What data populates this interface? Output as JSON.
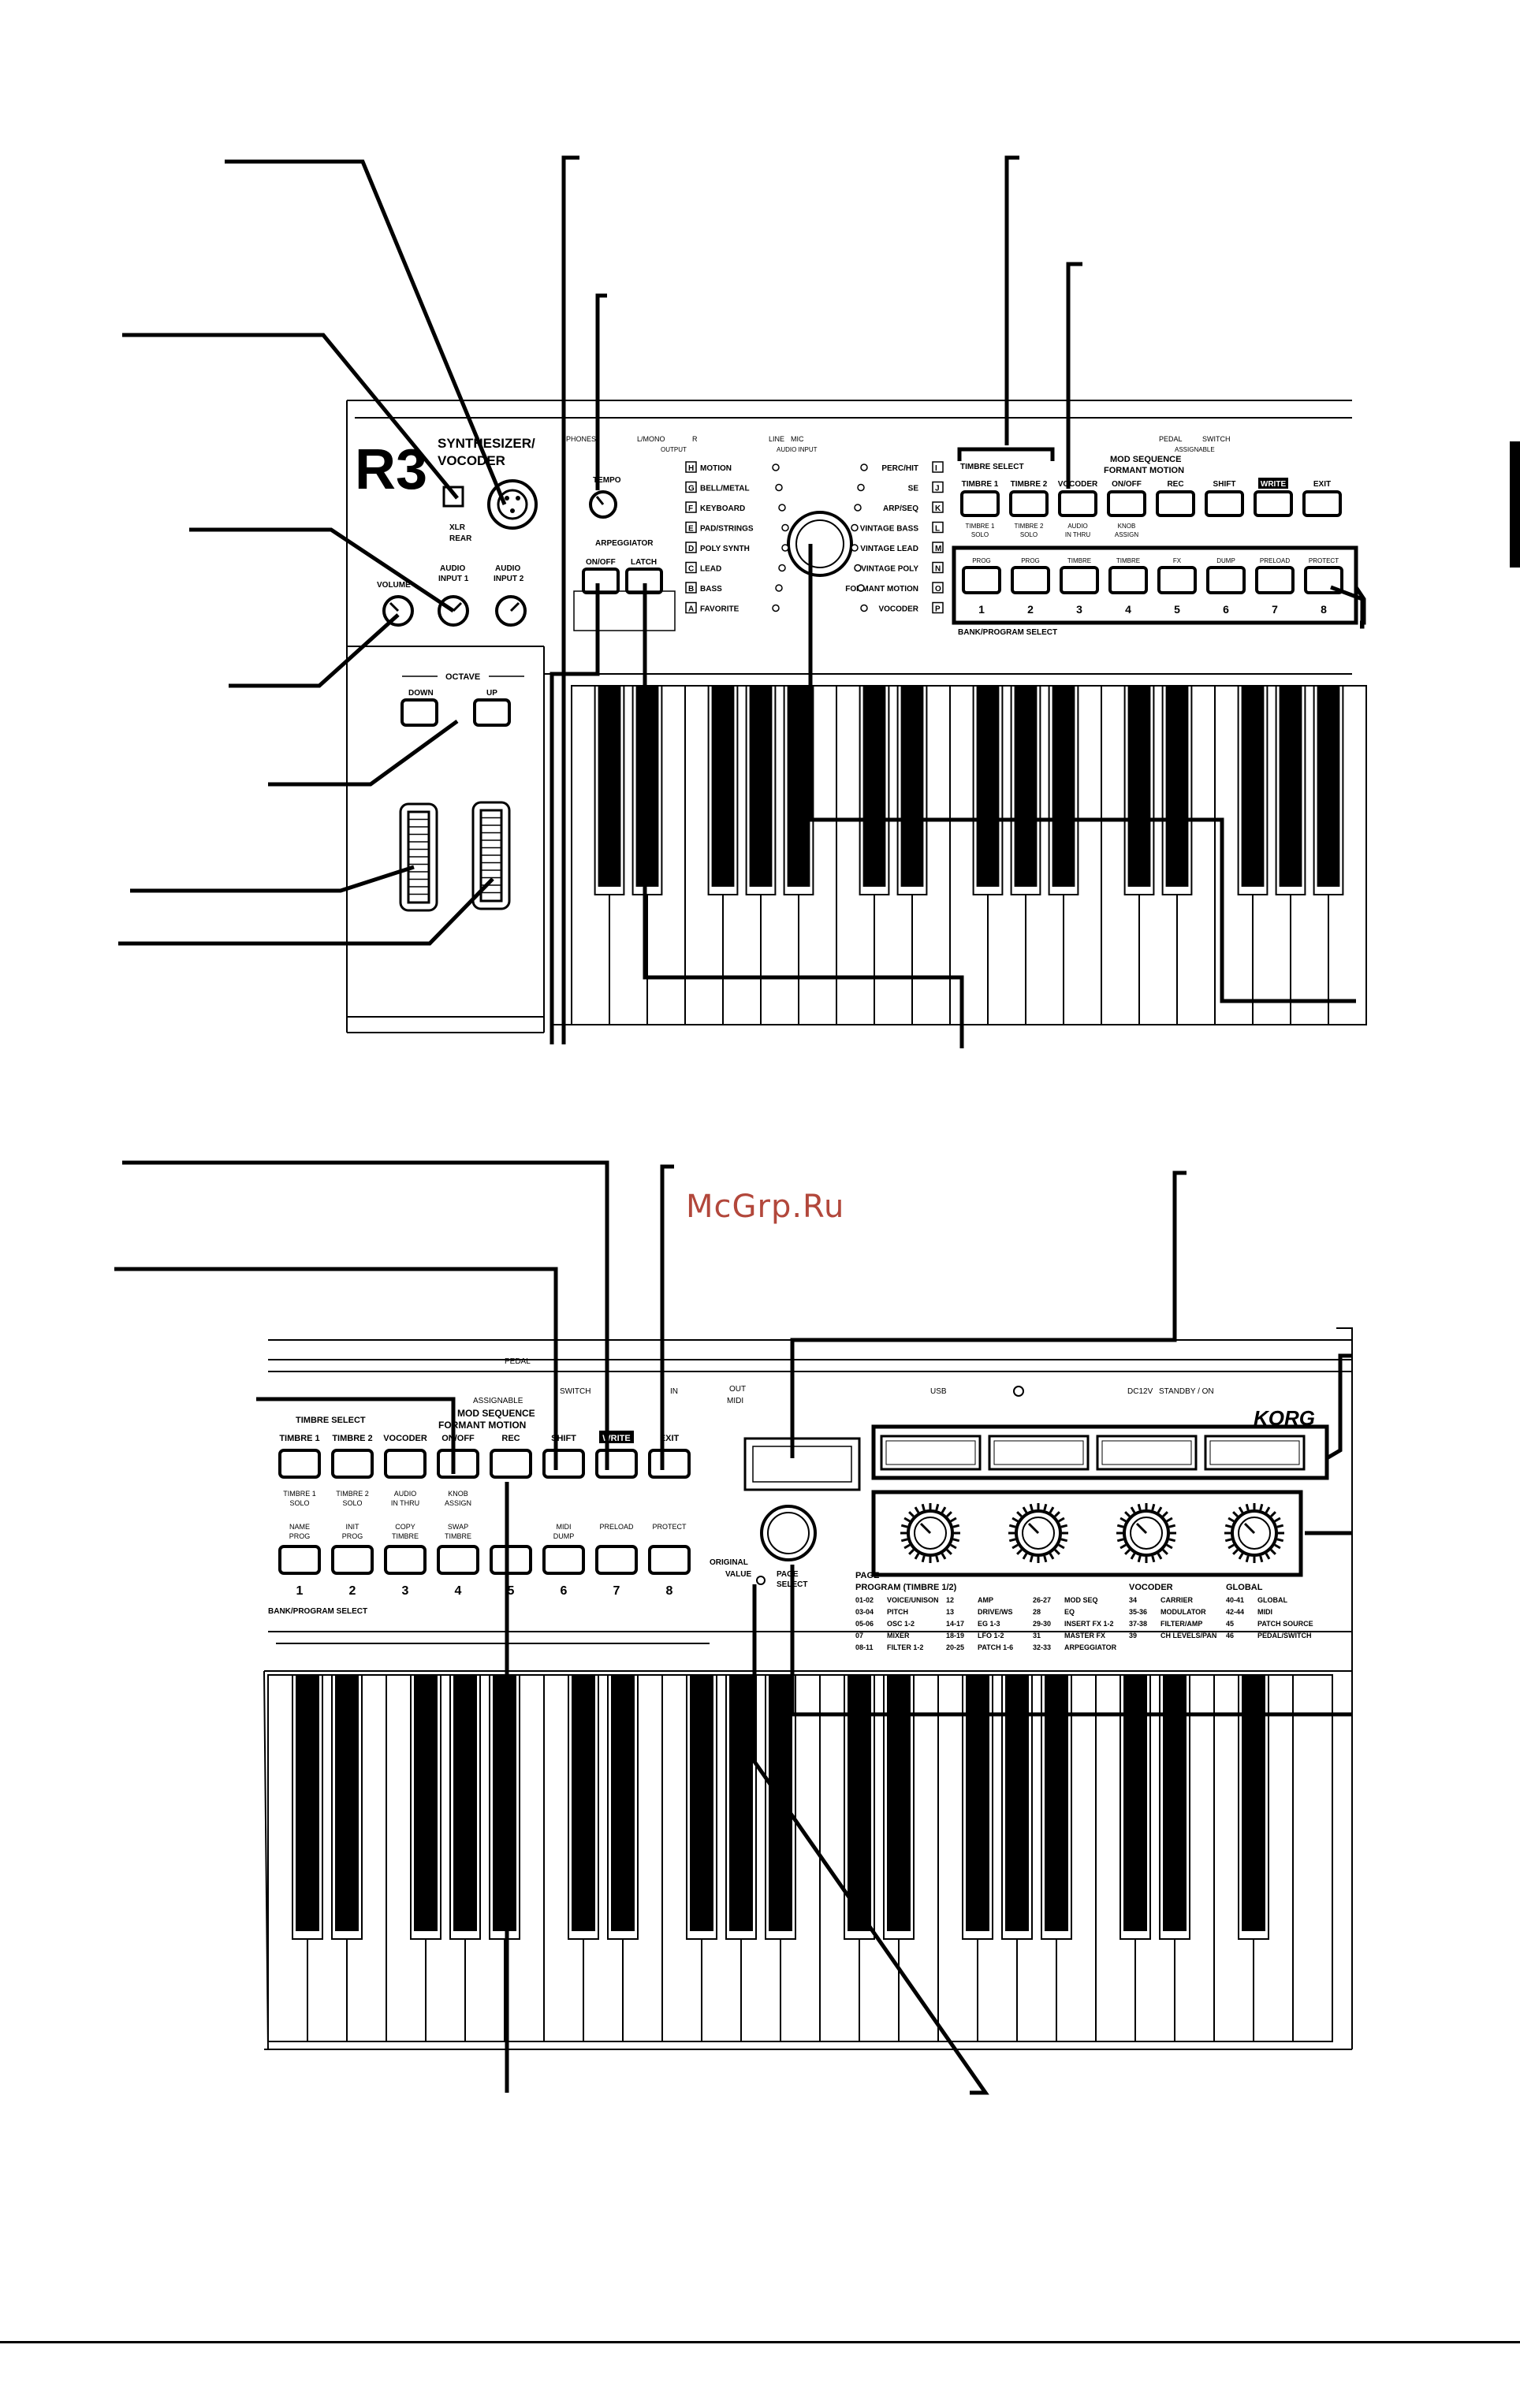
{
  "watermark": "McGrp.Ru",
  "top_panel": {
    "logo": "R3",
    "model": [
      "SYNTHESIZER/",
      "VOCODER"
    ],
    "labels": {
      "xlr": "XLR",
      "rear": "REAR",
      "audio_input_1": [
        "AUDIO",
        "INPUT 1"
      ],
      "audio_input_2": [
        "AUDIO",
        "INPUT 2"
      ],
      "volume": "VOLUME",
      "octave": "OCTAVE",
      "down": "DOWN",
      "up": "UP",
      "arpeggiator": "ARPEGGIATOR",
      "on_off": "ON/OFF",
      "latch": "LATCH",
      "tempo": "TEMPO",
      "phones": "PHONES",
      "l_mono": "L/MONO",
      "r": "R",
      "output": "OUTPUT",
      "line": "LINE",
      "mic": "MIC",
      "audio_input": "AUDIO INPUT",
      "timbre_select": "TIMBRE SELECT",
      "mod_sequence": "MOD SEQUENCE",
      "formant_motion": "FORMANT MOTION",
      "pedal": "PEDAL",
      "switch": "SWITCH",
      "assignable": "ASSIGNABLE",
      "bank_program_select": "BANK/PROGRAM SELECT"
    },
    "categories_left": [
      {
        "key": "H",
        "name": "MOTION"
      },
      {
        "key": "G",
        "name": "BELL/METAL"
      },
      {
        "key": "F",
        "name": "KEYBOARD"
      },
      {
        "key": "E",
        "name": "PAD/STRINGS"
      },
      {
        "key": "D",
        "name": "POLY SYNTH"
      },
      {
        "key": "C",
        "name": "LEAD"
      },
      {
        "key": "B",
        "name": "BASS"
      },
      {
        "key": "A",
        "name": "FAVORITE"
      }
    ],
    "categories_right": [
      {
        "key": "I",
        "name": "PERC/HIT"
      },
      {
        "key": "J",
        "name": "SE"
      },
      {
        "key": "K",
        "name": "ARP/SEQ"
      },
      {
        "key": "L",
        "name": "VINTAGE BASS"
      },
      {
        "key": "M",
        "name": "VINTAGE LEAD"
      },
      {
        "key": "N",
        "name": "VINTAGE POLY"
      },
      {
        "key": "O",
        "name": "FORMANT MOTION"
      },
      {
        "key": "P",
        "name": "VOCODER"
      }
    ],
    "upper_buttons": [
      {
        "label": "TIMBRE 1",
        "sub": [
          "TIMBRE 1",
          "SOLO"
        ]
      },
      {
        "label": "TIMBRE 2",
        "sub": [
          "TIMBRE 2",
          "SOLO"
        ]
      },
      {
        "label": "VOCODER",
        "sub": [
          "AUDIO",
          "IN THRU"
        ]
      },
      {
        "label": "ON/OFF",
        "sub": [
          "KNOB",
          "ASSIGN"
        ]
      },
      {
        "label": "REC",
        "sub": [
          "",
          ""
        ]
      },
      {
        "label": "SHIFT",
        "sub": [
          "",
          ""
        ]
      },
      {
        "label": "WRITE",
        "sub": [
          "",
          ""
        ]
      },
      {
        "label": "EXIT",
        "sub": [
          "",
          ""
        ]
      }
    ],
    "lower_buttons": [
      {
        "label": "PROG",
        "num": "1"
      },
      {
        "label": "PROG",
        "num": "2"
      },
      {
        "label": "TIMBRE",
        "num": "3"
      },
      {
        "label": "TIMBRE",
        "num": "4"
      },
      {
        "label": "FX",
        "num": "5"
      },
      {
        "label": "DUMP",
        "num": "6"
      },
      {
        "label": "PRELOAD",
        "num": "7"
      },
      {
        "label": "PROTECT",
        "num": "8"
      }
    ]
  },
  "bottom_panel": {
    "labels": {
      "timbre_select": "TIMBRE SELECT",
      "mod_sequence": "MOD SEQUENCE",
      "formant_motion": "FORMANT MOTION",
      "pedal": "PEDAL",
      "switch": "SWITCH",
      "assignable": "ASSIGNABLE",
      "in": "IN",
      "out": "OUT",
      "midi": "MIDI",
      "usb": "USB",
      "dc12v": "DC12V",
      "standby_on": "STANDBY / ON",
      "korg": "KORG",
      "original_value": [
        "ORIGINAL",
        "VALUE"
      ],
      "page_select": [
        "PAGE",
        "SELECT"
      ],
      "bank_program_select": "BANK/PROGRAM SELECT"
    },
    "upper_buttons": [
      {
        "label": "TIMBRE 1",
        "sub": [
          "TIMBRE 1",
          "SOLO"
        ]
      },
      {
        "label": "TIMBRE 2",
        "sub": [
          "TIMBRE 2",
          "SOLO"
        ]
      },
      {
        "label": "VOCODER",
        "sub": [
          "AUDIO",
          "IN THRU"
        ]
      },
      {
        "label": "ON/OFF",
        "sub": [
          "KNOB",
          "ASSIGN"
        ]
      },
      {
        "label": "REC",
        "sub": [
          "",
          ""
        ]
      },
      {
        "label": "SHIFT",
        "sub": [
          "",
          ""
        ]
      },
      {
        "label": "WRITE",
        "sub": [
          "",
          ""
        ]
      },
      {
        "label": "EXIT",
        "sub": [
          "",
          ""
        ]
      }
    ],
    "lower_buttons": [
      {
        "label": [
          "NAME",
          "PROG"
        ],
        "num": "1"
      },
      {
        "label": [
          "INIT",
          "PROG"
        ],
        "num": "2"
      },
      {
        "label": [
          "COPY",
          "TIMBRE"
        ],
        "num": "3"
      },
      {
        "label": [
          "SWAP",
          "TIMBRE"
        ],
        "num": "4"
      },
      {
        "label": [
          "",
          ""
        ],
        "num": "5"
      },
      {
        "label": [
          "MIDI",
          "DUMP"
        ],
        "num": "6"
      },
      {
        "label": [
          "PRELOAD",
          ""
        ],
        "num": "7"
      },
      {
        "label": [
          "PROTECT",
          ""
        ],
        "num": "8"
      }
    ],
    "page_table": {
      "header": "PAGE",
      "program_header": "PROGRAM (TIMBRE 1/2)",
      "col1": [
        [
          "01-02",
          "VOICE/UNISON"
        ],
        [
          "03-04",
          "PITCH"
        ],
        [
          "05-06",
          "OSC 1-2"
        ],
        [
          "07",
          "MIXER"
        ],
        [
          "08-11",
          "FILTER 1-2"
        ]
      ],
      "col2": [
        [
          "12",
          "AMP"
        ],
        [
          "13",
          "DRIVE/WS"
        ],
        [
          "14-17",
          "EG 1-3"
        ],
        [
          "18-19",
          "LFO 1-2"
        ],
        [
          "20-25",
          "PATCH 1-6"
        ]
      ],
      "col3": [
        [
          "26-27",
          "MOD SEQ"
        ],
        [
          "28",
          "EQ"
        ],
        [
          "29-30",
          "INSERT FX 1-2"
        ],
        [
          "31",
          "MASTER FX"
        ],
        [
          "32-33",
          "ARPEGGIATOR"
        ]
      ],
      "vocoder_header": "VOCODER",
      "col4": [
        [
          "34",
          "CARRIER"
        ],
        [
          "35-36",
          "MODULATOR"
        ],
        [
          "37-38",
          "FILTER/AMP"
        ],
        [
          "39",
          "CH LEVELS/PAN"
        ]
      ],
      "global_header": "GLOBAL",
      "col5": [
        [
          "40-41",
          "GLOBAL"
        ],
        [
          "42-44",
          "MIDI"
        ],
        [
          "45",
          "PATCH SOURCE"
        ],
        [
          "46",
          "PEDAL/SWITCH"
        ]
      ]
    }
  }
}
